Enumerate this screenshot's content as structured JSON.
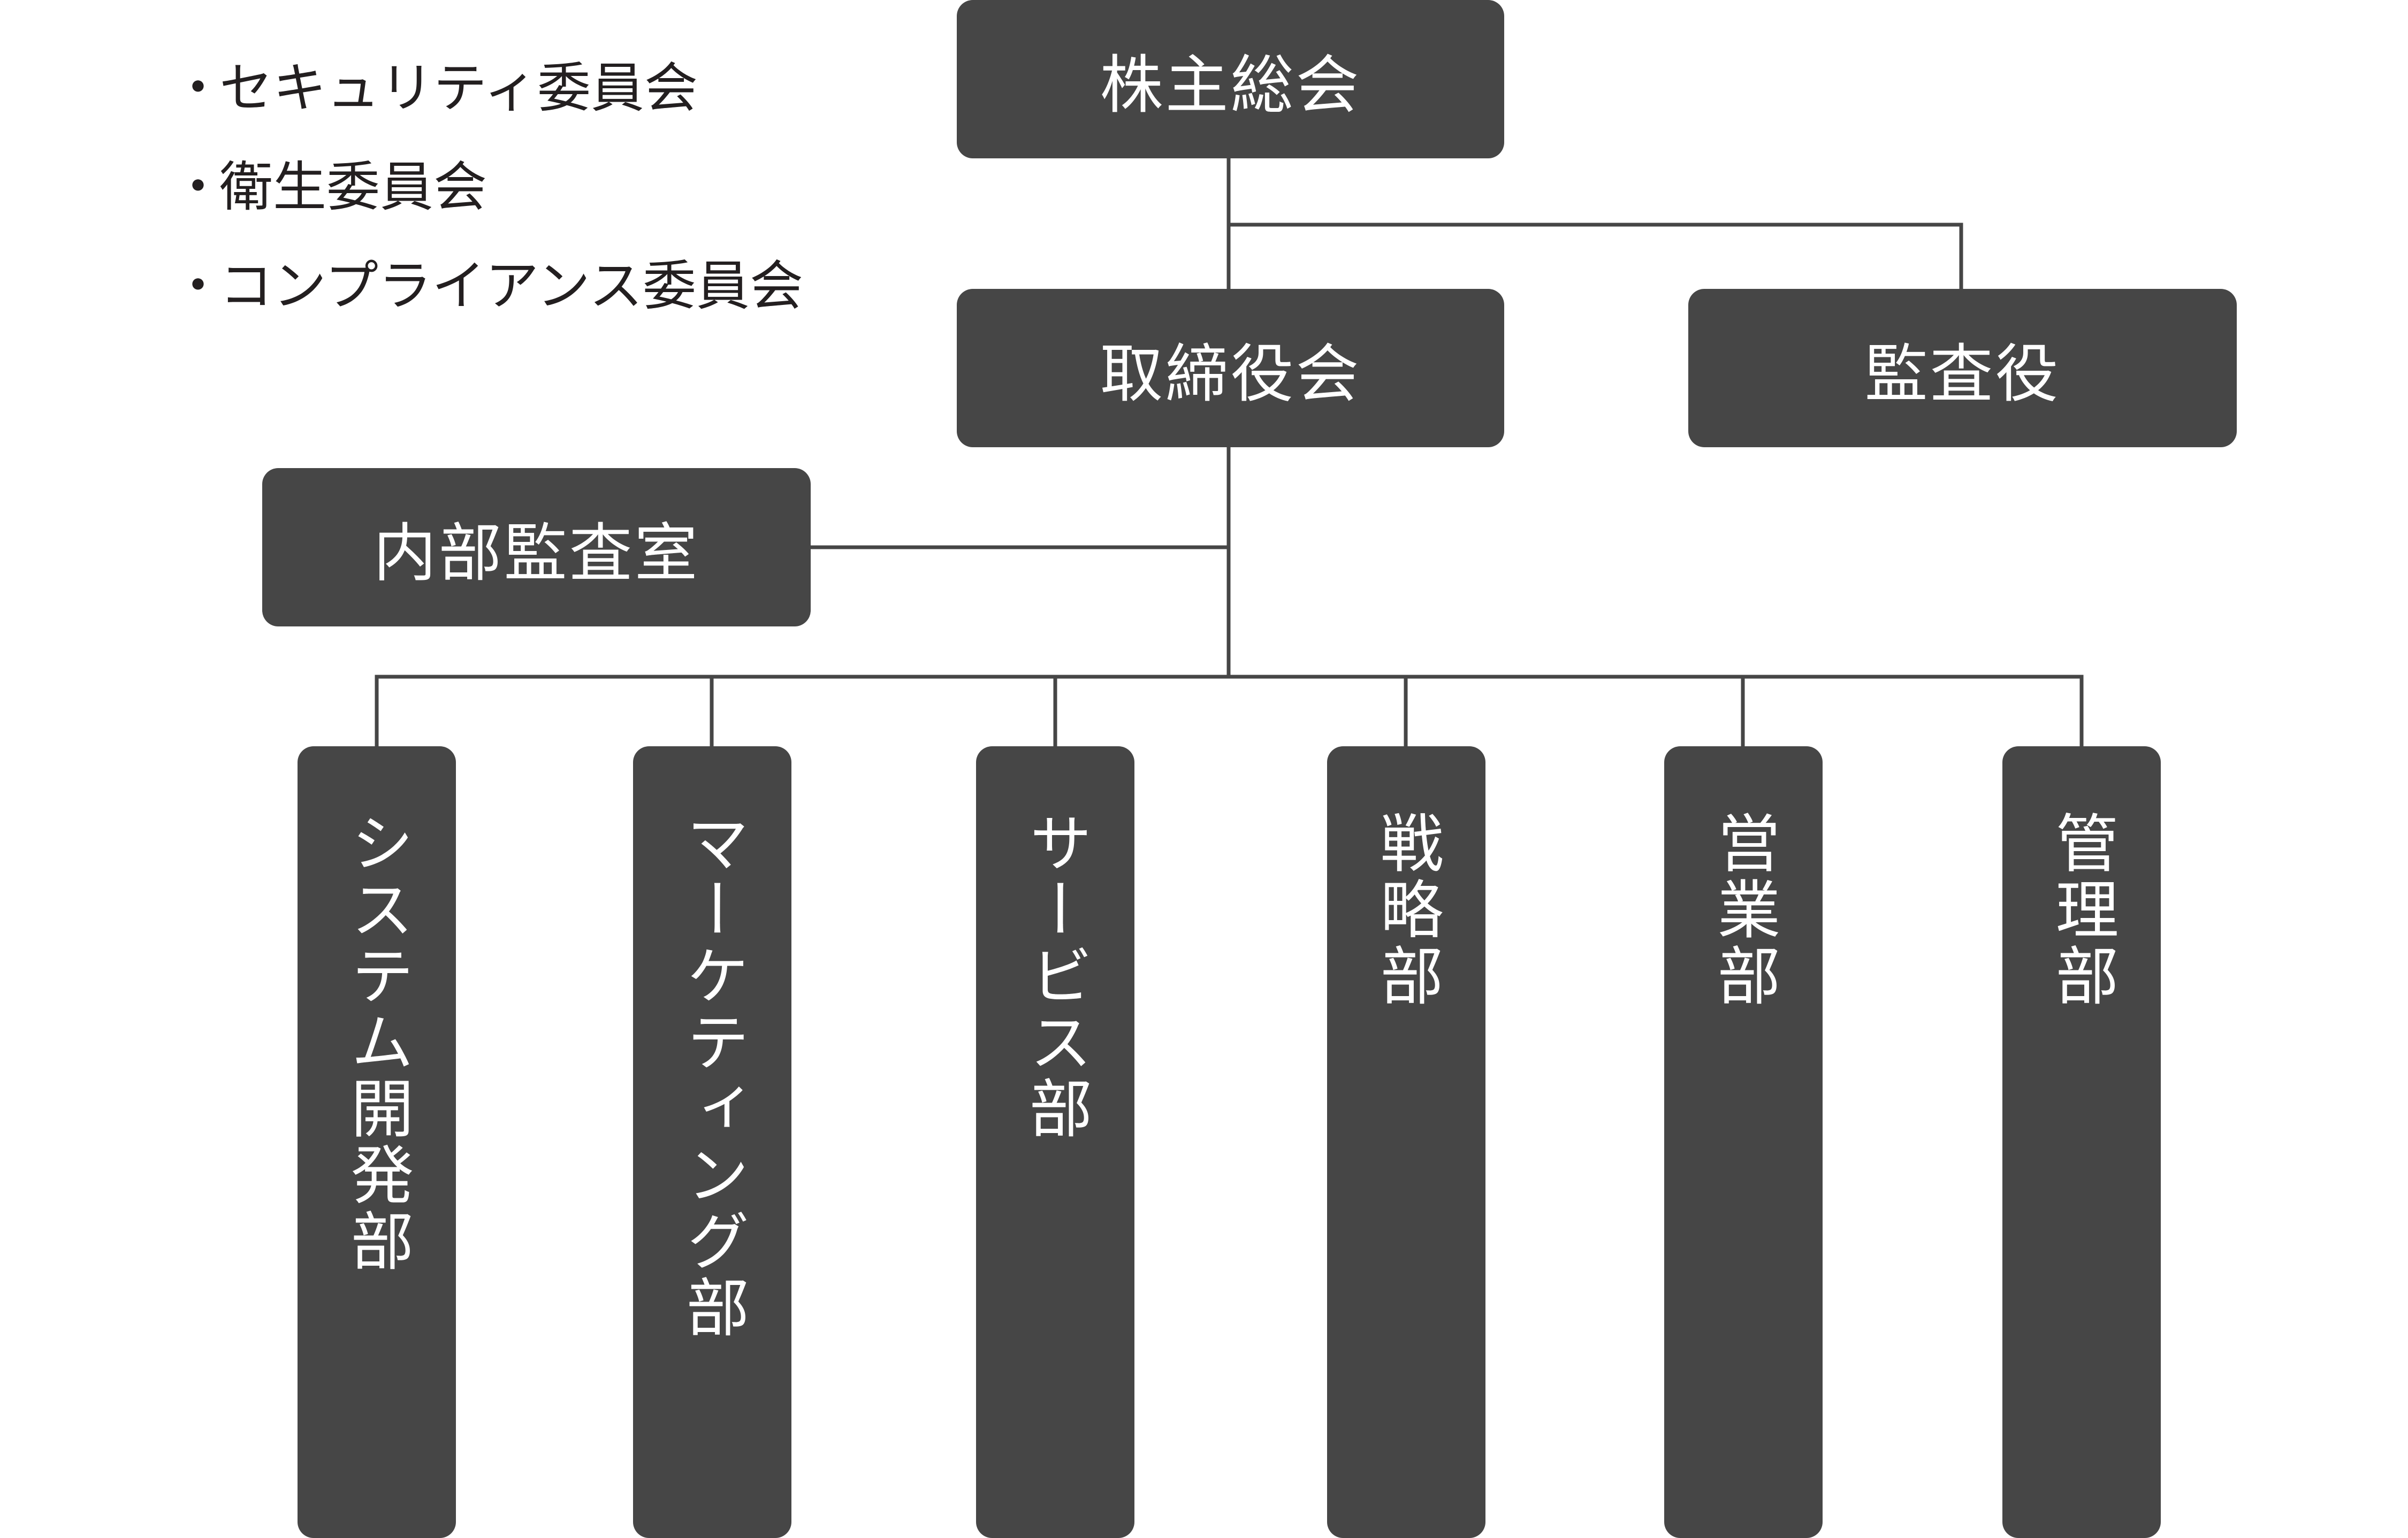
{
  "committees": [
    {
      "bullet": "・",
      "label": "セキュリティ委員会"
    },
    {
      "bullet": "・",
      "label": "衛生委員会"
    },
    {
      "bullet": "・",
      "label": "コンプライアンス委員会"
    }
  ],
  "nodes": {
    "shareholders": "株主総会",
    "board": "取締役会",
    "auditor": "監査役",
    "internal_audit": "内部監査室"
  },
  "departments": [
    {
      "label": "システム開発部"
    },
    {
      "label": "マーケティング部"
    },
    {
      "label": "サービス部"
    },
    {
      "label": "戦略部"
    },
    {
      "label": "営業部"
    },
    {
      "label": "管理部"
    }
  ],
  "colors": {
    "box_fill": "#464646",
    "box_text": "#ffffff",
    "connector": "#464646",
    "list_text": "#231f20"
  }
}
